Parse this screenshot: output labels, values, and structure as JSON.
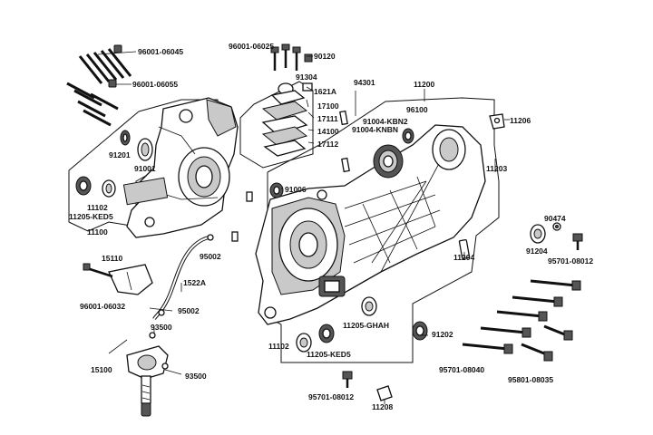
{
  "diagram": {
    "type": "exploded-parts-diagram",
    "part_labels": [
      {
        "id": "96001-06045",
        "text": "96001-06045"
      },
      {
        "id": "96001-06055",
        "text": "96001-06055"
      },
      {
        "id": "91201",
        "text": "91201"
      },
      {
        "id": "91001",
        "text": "91001"
      },
      {
        "id": "11102-left",
        "text": "11102"
      },
      {
        "id": "11205-KED5-left",
        "text": "11205-KED5"
      },
      {
        "id": "11100",
        "text": "11100"
      },
      {
        "id": "96001-06025",
        "text": "96001-06025"
      },
      {
        "id": "90120",
        "text": "90120"
      },
      {
        "id": "91304",
        "text": "91304"
      },
      {
        "id": "1621A",
        "text": "1621A"
      },
      {
        "id": "17100",
        "text": "17100"
      },
      {
        "id": "17111",
        "text": "17111"
      },
      {
        "id": "14100",
        "text": "14100"
      },
      {
        "id": "17112",
        "text": "17112"
      },
      {
        "id": "94301",
        "text": "94301"
      },
      {
        "id": "11200",
        "text": "11200"
      },
      {
        "id": "96100",
        "text": "96100"
      },
      {
        "id": "91004-KBN2",
        "text": "91004-KBN2"
      },
      {
        "id": "91004-KNBN",
        "text": "91004-KNBN"
      },
      {
        "id": "11206",
        "text": "11206"
      },
      {
        "id": "11203",
        "text": "11203"
      },
      {
        "id": "91006",
        "text": "91006"
      },
      {
        "id": "95002-top",
        "text": "95002"
      },
      {
        "id": "15110",
        "text": "15110"
      },
      {
        "id": "96001-06032",
        "text": "96001-06032"
      },
      {
        "id": "1522A",
        "text": "1522A"
      },
      {
        "id": "95002-bottom",
        "text": "95002"
      },
      {
        "id": "93500-top",
        "text": "93500"
      },
      {
        "id": "15100",
        "text": "15100"
      },
      {
        "id": "93500-bottom",
        "text": "93500"
      },
      {
        "id": "90474",
        "text": "90474"
      },
      {
        "id": "91204",
        "text": "91204"
      },
      {
        "id": "95701-08012-right",
        "text": "95701-08012"
      },
      {
        "id": "11204",
        "text": "11204"
      },
      {
        "id": "11205-GHAH",
        "text": "11205-GHAH"
      },
      {
        "id": "11102-bottom",
        "text": "11102"
      },
      {
        "id": "11205-KED5-bottom",
        "text": "11205-KED5"
      },
      {
        "id": "91202",
        "text": "91202"
      },
      {
        "id": "95701-08040",
        "text": "95701-08040"
      },
      {
        "id": "95801-08035",
        "text": "95801-08035"
      },
      {
        "id": "95701-08012-bottom",
        "text": "95701-08012"
      },
      {
        "id": "11208",
        "text": "11208"
      }
    ]
  }
}
